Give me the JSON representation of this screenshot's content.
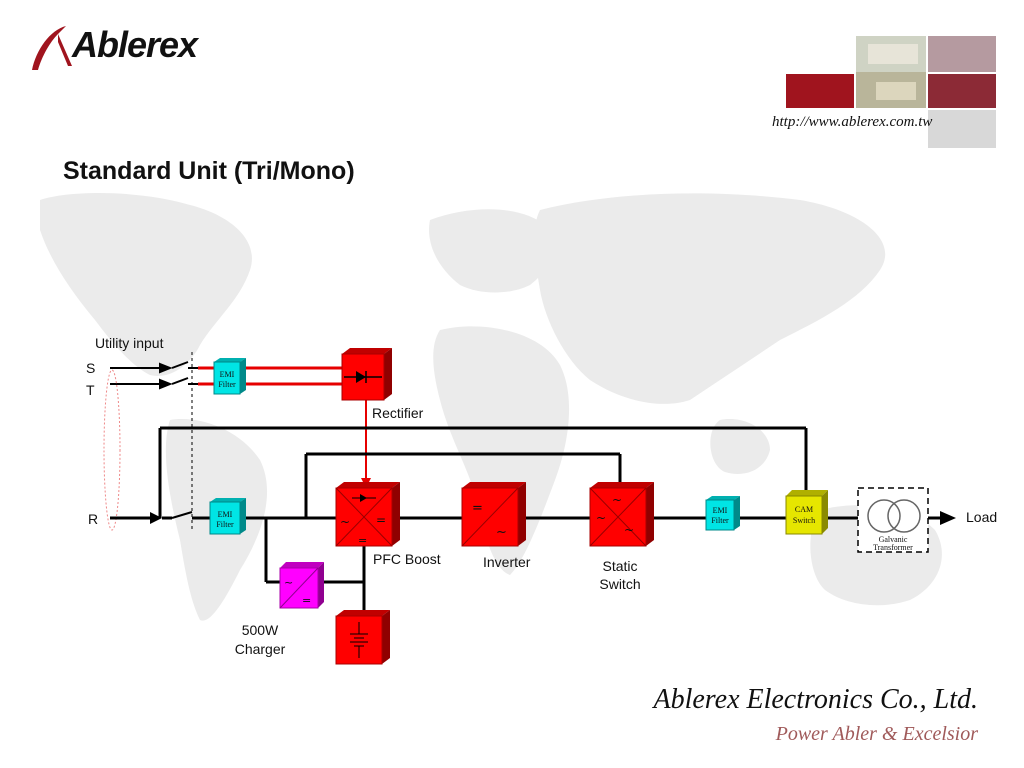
{
  "header": {
    "logo_text": "Ablerex",
    "url": "http://www.ablerex.com.tw",
    "title": "Standard Unit (Tri/Mono)"
  },
  "diagram": {
    "utility_input": "Utility input",
    "phase_s": "S",
    "phase_t": "T",
    "phase_r": "R",
    "emi_filter_line1": "EMI",
    "emi_filter_line2": "Filter",
    "rectifier": "Rectifier",
    "pfc_boost": "PFC Boost",
    "inverter": "Inverter",
    "static_switch_line1": "Static",
    "static_switch_line2": "Switch",
    "charger_line1": "500W",
    "charger_line2": "Charger",
    "cam_switch_line1": "CAM",
    "cam_switch_line2": "Switch",
    "galvanic_line1": "Galvanic",
    "galvanic_line2": "Transformer",
    "load": "Load"
  },
  "footer": {
    "company": "Ablerex Electronics Co., Ltd.",
    "slogan": "Power Abler & Excelsior"
  },
  "colors": {
    "block_red": "#ff0000",
    "block_cyan": "#00e5e5",
    "block_magenta": "#ff00ff",
    "block_yellow": "#e6e600",
    "brand_red": "#a0141e"
  }
}
